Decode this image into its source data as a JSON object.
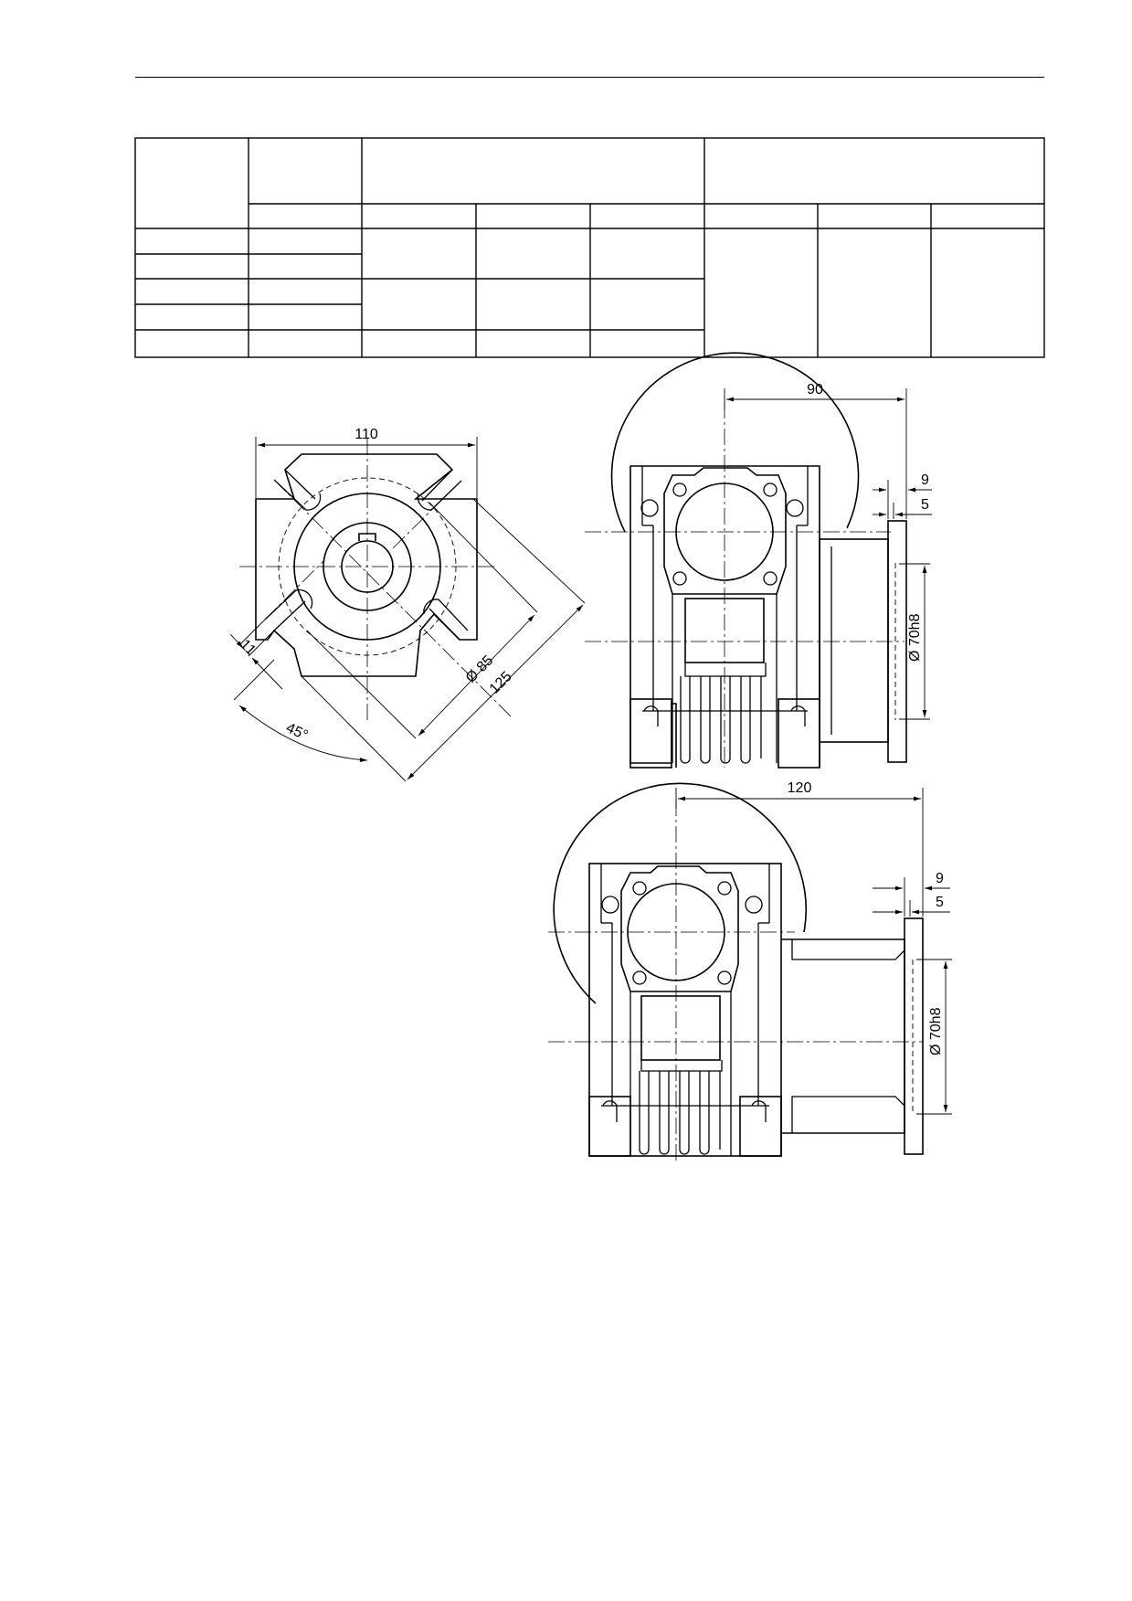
{
  "front_view": {
    "width_dim": "110",
    "slot_dim": "11",
    "angle_dim": "45°",
    "bolt_circle_dim": "Ø 85",
    "diagonal_dim": "125"
  },
  "side_view_top": {
    "length_dim": "90",
    "flange_thickness_dim": "9",
    "spigot_dim": "5",
    "pilot_dim": "Ø 70h8"
  },
  "side_view_bottom": {
    "length_dim": "120",
    "flange_thickness_dim": "9",
    "spigot_dim": "5",
    "pilot_dim": "Ø 70h8"
  }
}
